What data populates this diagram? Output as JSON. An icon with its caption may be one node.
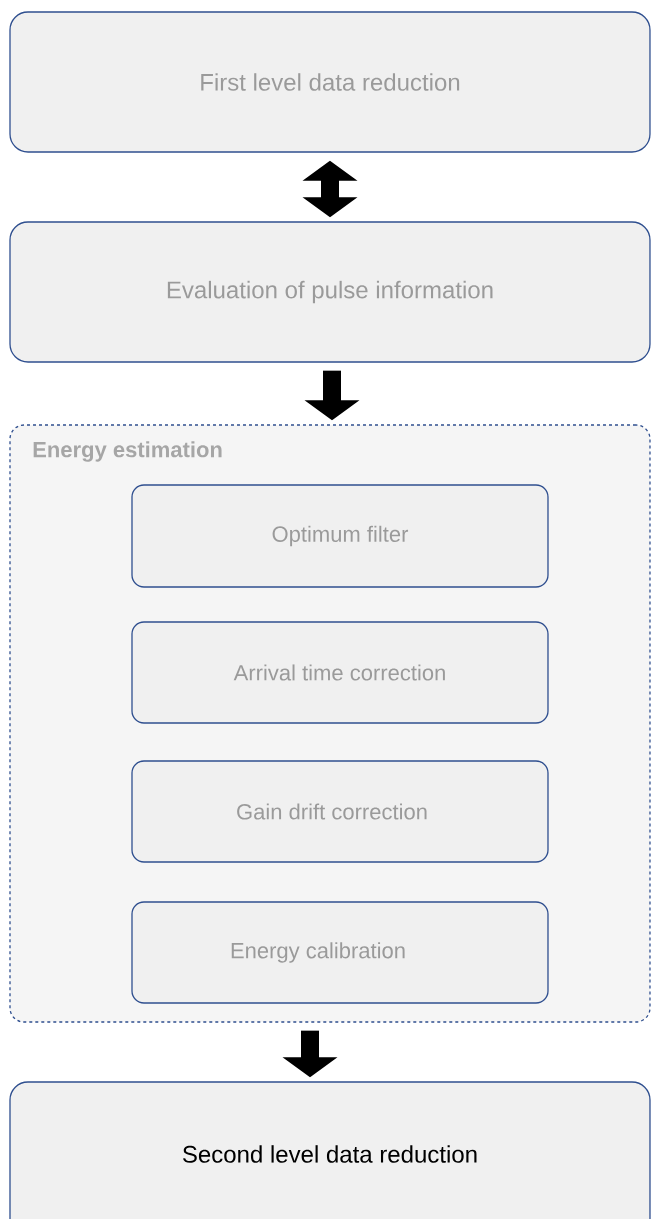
{
  "diagram": {
    "nodes": [
      {
        "text": [
          "First level data reduction"
        ]
      },
      {
        "text": [
          "Evaluation of pulse information"
        ]
      },
      {
        "text": [
          "Energy estimation"
        ]
      },
      {
        "text": [
          "Optimum filter"
        ],
        "in": 2
      },
      {
        "text": [
          "Arrival time correction"
        ],
        "in": 2
      },
      {
        "text": [
          "Gain drift correction"
        ],
        "in": 2
      },
      {
        "text": [
          "Energy calibration"
        ],
        "in": 2
      },
      {
        "text": [
          "Second level data reduction"
        ]
      }
    ],
    "edges": [
      {
        "from": 0,
        "to": 1,
        "arrow": "both"
      },
      {
        "from": 1,
        "to": 2,
        "arrow": "to"
      },
      {
        "from": 2,
        "to": 7,
        "arrow": "to"
      }
    ]
  }
}
